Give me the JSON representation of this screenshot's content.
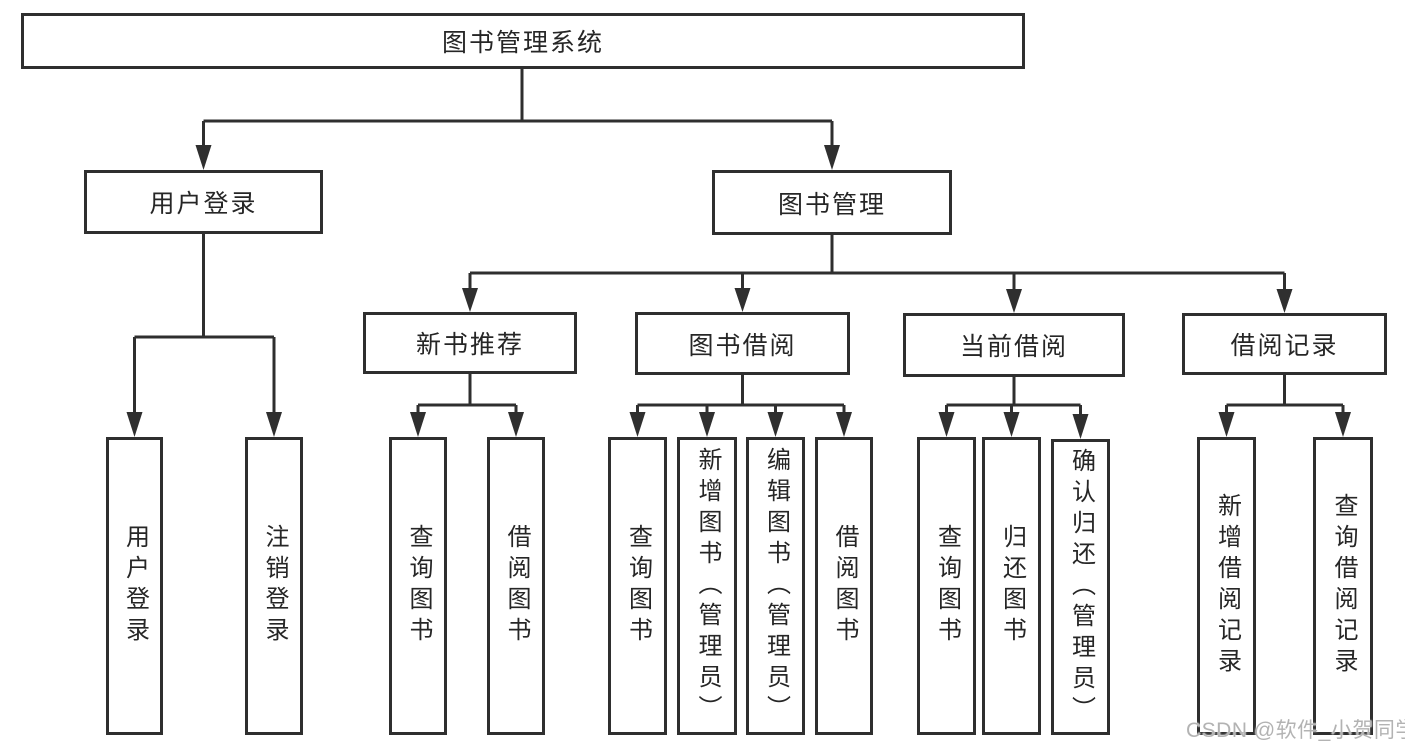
{
  "diagram": {
    "root": {
      "label": "图书管理系统"
    },
    "level2": {
      "user_login": {
        "label": "用户登录"
      },
      "book_mgmt": {
        "label": "图书管理"
      }
    },
    "level3": {
      "new_book_rec": {
        "label": "新书推荐"
      },
      "book_borrow": {
        "label": "图书借阅"
      },
      "current_borrow": {
        "label": "当前借阅"
      },
      "borrow_records": {
        "label": "借阅记录"
      }
    },
    "leaves": {
      "login_login": "用户登录",
      "login_logout": "注销登录",
      "rec_query": "查询图书",
      "rec_borrow": "借阅图书",
      "bb_query": "查询图书",
      "bb_add": "新增图书（管理员）",
      "bb_edit": "编辑图书（管理员）",
      "bb_borrow": "借阅图书",
      "cur_query": "查询图书",
      "cur_return": "归还图书",
      "cur_confirm": "确认归还（管理员）",
      "log_add": "新增借阅记录",
      "log_query": "查询借阅记录"
    }
  },
  "watermark": {
    "text": "CSDN @软件_小贺同学"
  },
  "colors": {
    "line": "#2f2f2f",
    "text": "#262626",
    "watermark": "#b3b3b3",
    "background": "#ffffff"
  }
}
